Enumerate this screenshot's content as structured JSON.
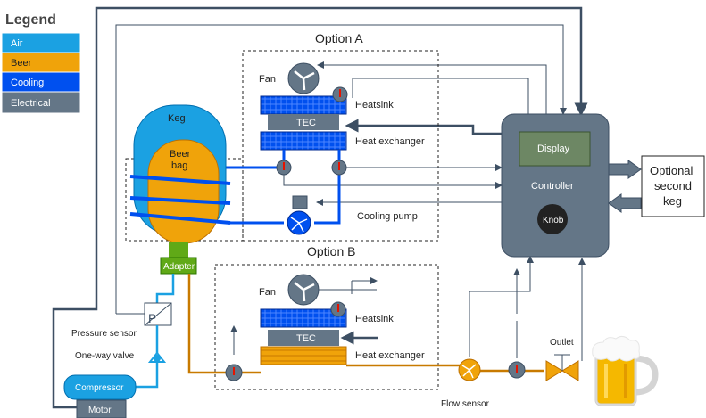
{
  "legend": {
    "title": "Legend",
    "items": [
      {
        "label": "Air",
        "color": "#1ba1e2"
      },
      {
        "label": "Beer",
        "color": "#f0a30a"
      },
      {
        "label": "Cooling",
        "color": "#0050ef"
      },
      {
        "label": "Electrical",
        "color": "#647687"
      }
    ]
  },
  "option_a": {
    "title": "Option A",
    "fan": "Fan",
    "heatsink": "Heatsink",
    "tec": "TEC",
    "heat_exchanger": "Heat exchanger",
    "cooling_pump": "Cooling pump"
  },
  "option_b": {
    "title": "Option B",
    "fan": "Fan",
    "heatsink": "Heatsink",
    "tec": "TEC",
    "heat_exchanger": "Heat exchanger"
  },
  "keg": {
    "label": "Keg",
    "bag_line1": "Beer",
    "bag_line2": "bag",
    "adapter": "Adapter"
  },
  "controller": {
    "label": "Controller",
    "display": "Display",
    "knob": "Knob"
  },
  "second_keg": {
    "line1": "Optional",
    "line2": "second",
    "line3": "keg"
  },
  "pressure": {
    "sensor": "Pressure sensor",
    "valve": "One-way valve",
    "compressor": "Compressor",
    "motor": "Motor"
  },
  "flow_sensor": "Flow sensor",
  "outlet": "Outlet",
  "colors": {
    "air": "#1ba1e2",
    "beer": "#f0a30a",
    "beer_line": "#c87a00",
    "cooling": "#0050ef",
    "electrical": "#647687",
    "adapter": "#60a917",
    "tec": "#647687",
    "controller": "#647687",
    "display": "#6d8764"
  }
}
